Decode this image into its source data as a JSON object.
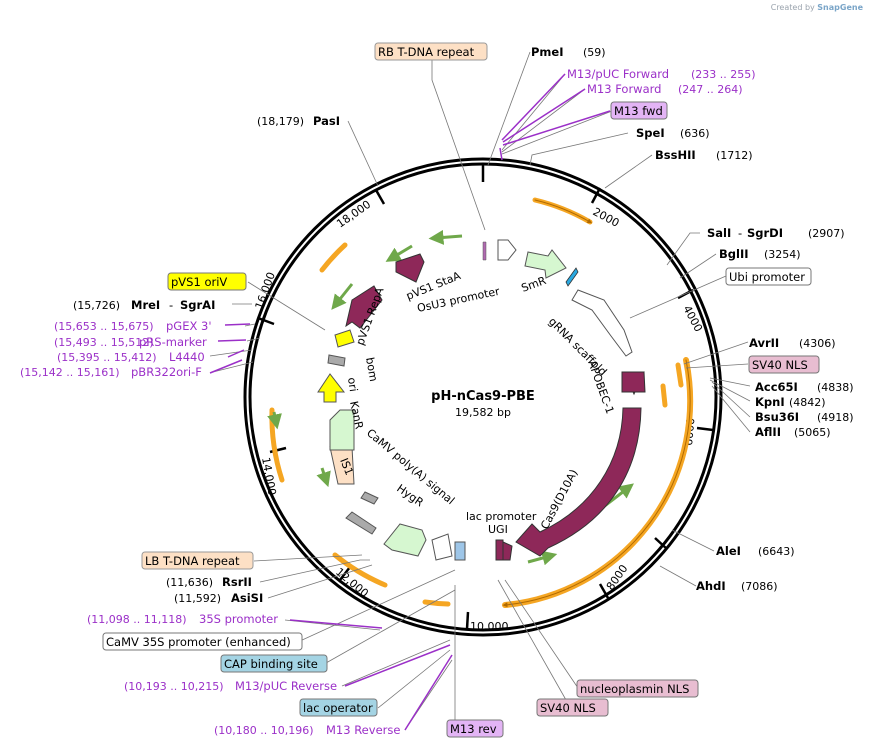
{
  "credit": {
    "prefix": "Created by",
    "brand": "SnapGene"
  },
  "plasmid": {
    "name": "pH-nCas9-PBE",
    "size": "19,582 bp"
  },
  "ruler": [
    "2000",
    "4000",
    "6000",
    "8000",
    "10,000",
    "12,000",
    "14,000",
    "16,000",
    "18,000"
  ],
  "colors": {
    "site": "#000000",
    "primer": "#9b30c8",
    "feature_magenta": "#8e2859",
    "feature_green": "#d6f7d0",
    "feature_yellow": "#ffff00",
    "orange_bar": "#f5a623",
    "ring": "#000000"
  },
  "labels": {
    "rb_tdna": "RB T-DNA repeat",
    "pmei": "PmeI",
    "pmei_pos": "(59)",
    "m13puc_fwd": "M13/pUC Forward",
    "m13puc_fwd_pos": "(233 .. 255)",
    "m13_forward": "M13 Forward",
    "m13_forward_pos": "(247 .. 264)",
    "m13_fwd": "M13 fwd",
    "spei": "SpeI",
    "spei_pos": "(636)",
    "bsshii": "BssHII",
    "bsshii_pos": "(1712)",
    "pasi": "PasI",
    "pasi_pos": "(18,179)",
    "sali": "SalI",
    "sgrdi": "SgrDI",
    "sali_pos": "(2907)",
    "bglii": "BglII",
    "bglii_pos": "(3254)",
    "ubi": "Ubi promoter",
    "pvs1_oriv": "pVS1 oriV",
    "mrei_pos": "(15,726)",
    "mrei": "MreI",
    "sgrai": "SgrAI",
    "pgex_pos": "(15,653 .. 15,675)",
    "pgex": "pGEX 3'",
    "prs_pos": "(15,493 .. 15,512)",
    "prs": "pRS-marker",
    "l4440_pos": "(15,395 .. 15,412)",
    "l4440": "L4440",
    "pbr_pos": "(15,142 .. 15,161)",
    "pbr": "pBR322ori-F",
    "avrii": "AvrII",
    "avrii_pos": "(4306)",
    "sv40nls_r": "SV40 NLS",
    "acc65i": "Acc65I",
    "acc65i_pos": "(4838)",
    "kpni": "KpnI",
    "kpni_pos": "(4842)",
    "bsu36i": "Bsu36I",
    "bsu36i_pos": "(4918)",
    "aflii": "AflII",
    "aflii_pos": "(5065)",
    "alei": "AleI",
    "alei_pos": "(6643)",
    "ahdi": "AhdI",
    "ahdi_pos": "(7086)",
    "lb_tdna": "LB T-DNA repeat",
    "rsrii_pos": "(11,636)",
    "rsrii": "RsrII",
    "asisi_pos": "(11,592)",
    "asisi": "AsiSI",
    "p35s_pos": "(11,098 .. 11,118)",
    "p35s": "35S promoter",
    "camv35s": "CaMV 35S promoter (enhanced)",
    "cap": "CAP binding site",
    "m13puc_rev_pos": "(10,193 .. 10,215)",
    "m13puc_rev": "M13/pUC Reverse",
    "lac_op": "lac operator",
    "m13_reverse_pos": "(10,180 .. 10,196)",
    "m13_reverse": "M13 Reverse",
    "m13_rev": "M13 rev",
    "nucleo_nls": "nucleoplasmin NLS",
    "sv40nls_b": "SV40 NLS"
  },
  "inner": {
    "pvs1_staa": "pVS1 StaA",
    "osu3": "OsU3 promoter",
    "smr": "SmR",
    "grna": "gRNA scaffold",
    "apobec": "APOBEC-1",
    "cas9": "Cas9(D10A)",
    "ugi": "UGI",
    "lac_prom": "lac promoter",
    "hygr": "HygR",
    "camv_polya": "CaMV poly(A) signal",
    "is1": "IS1",
    "kanr": "KanR",
    "ori": "ori",
    "bom": "bom",
    "pvs1_repa": "pVS1 RepA"
  }
}
